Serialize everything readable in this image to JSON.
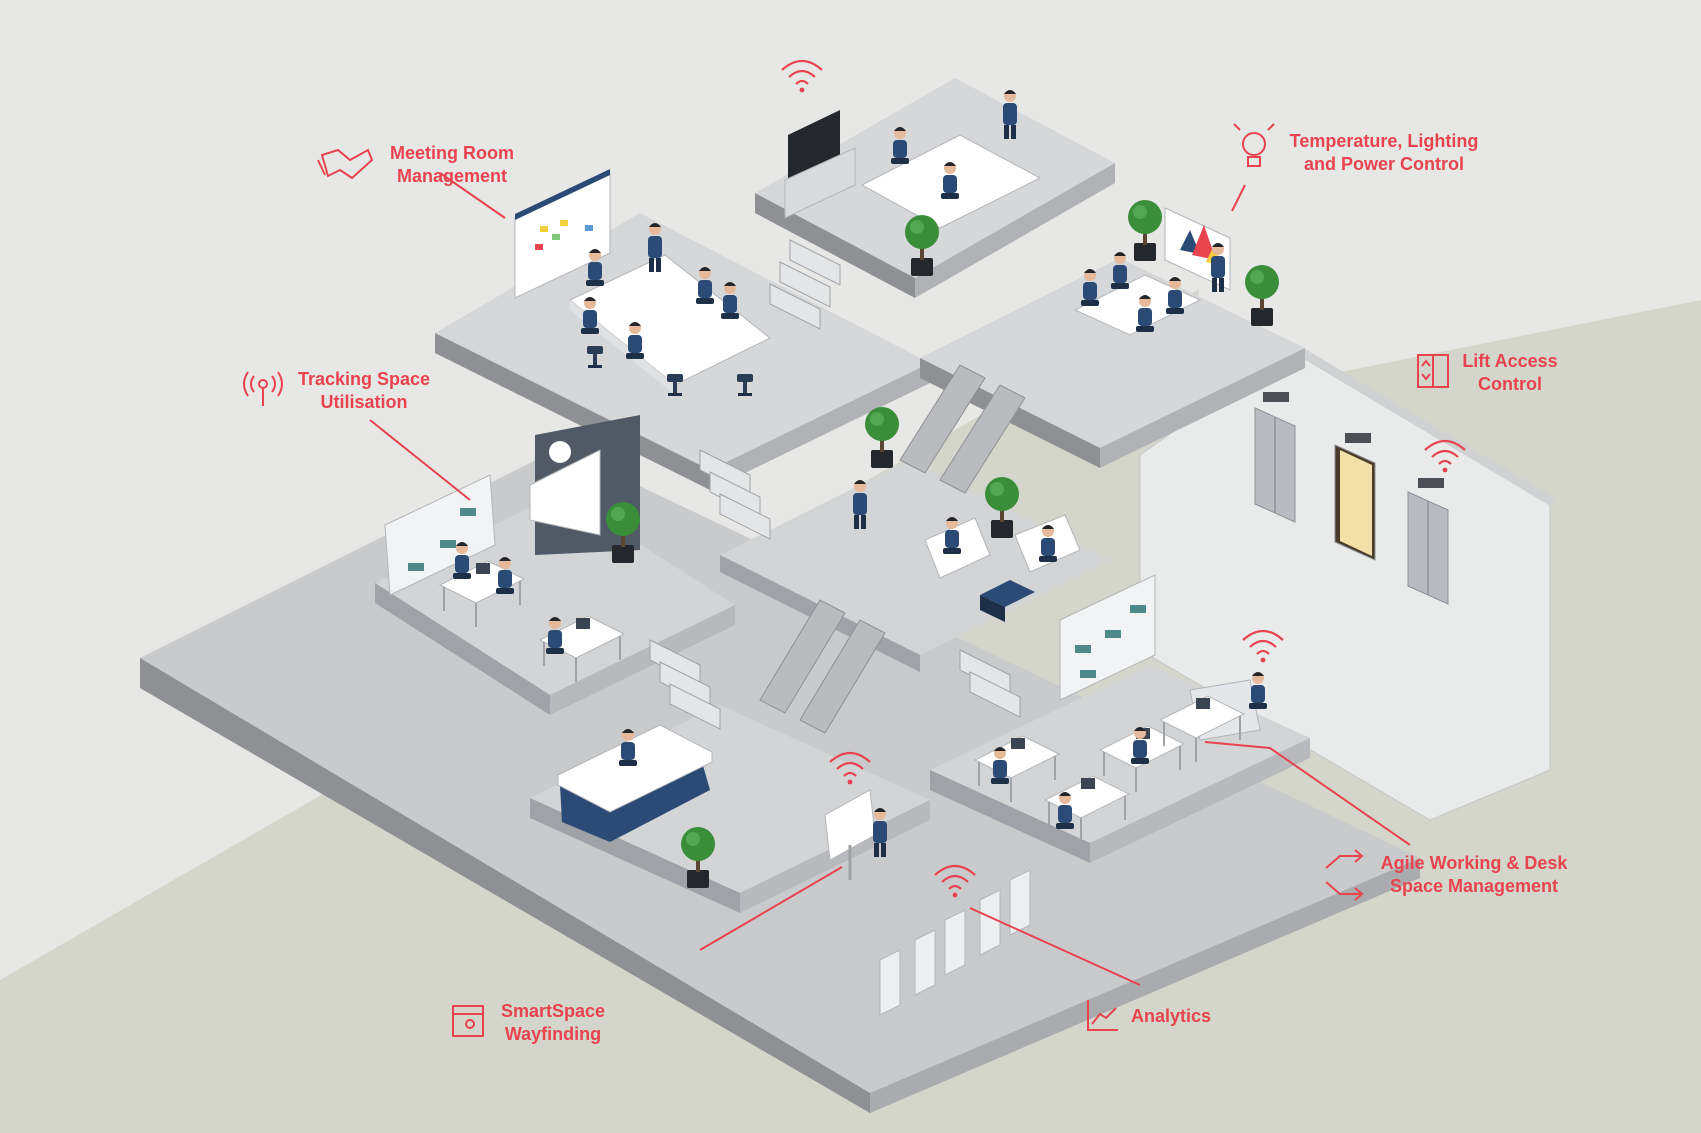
{
  "colors": {
    "accent": "#e8434f",
    "background_upper": "#e7e8e6",
    "background_lower": "#d4d6cc",
    "floor": "#c9cacc",
    "floor_side": "#8e9094",
    "navy": "#2b4a75",
    "plant": "#3a8e3a"
  },
  "features": [
    {
      "id": "meeting",
      "icon": "handshake-icon",
      "lines": [
        "Meeting Room",
        "Management"
      ]
    },
    {
      "id": "climate",
      "icon": "lightbulb-icon",
      "lines": [
        "Temperature, Lighting",
        "and Power Control"
      ]
    },
    {
      "id": "tracking",
      "icon": "radio-signal-icon",
      "lines": [
        "Tracking Space",
        "Utilisation"
      ]
    },
    {
      "id": "lift",
      "icon": "lift-panel-icon",
      "lines": [
        "Lift Access",
        "Control"
      ]
    },
    {
      "id": "agile",
      "icon": "swap-arrows-icon",
      "lines": [
        "Agile Working & Desk",
        "Space Management"
      ]
    },
    {
      "id": "wayfinding",
      "icon": "map-screen-icon",
      "lines": [
        "SmartSpace",
        "Wayfinding"
      ]
    },
    {
      "id": "analytics",
      "icon": "trend-chart-icon",
      "lines": [
        "Analytics"
      ]
    }
  ]
}
